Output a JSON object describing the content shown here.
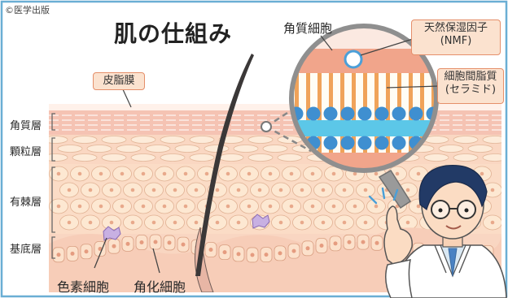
{
  "copyright": "©医学出版",
  "title": "肌の仕組み",
  "layers": {
    "stratum_corneum": "角質層",
    "granular": "顆粒層",
    "spinous": "有棘層",
    "basal": "基底層"
  },
  "callouts": {
    "sebum_film": "皮脂膜",
    "corneocyte": "角質細胞",
    "nmf_line1": "天然保湿因子",
    "nmf_line2": "(NMF)",
    "lipid_line1": "細胞間脂質",
    "lipid_line2": "(セラミド)"
  },
  "bottom_labels": {
    "melanocyte": "色素細胞",
    "keratinocyte": "角化細胞"
  },
  "colors": {
    "border": "#6aaed4",
    "corneum": "#f6c9b8",
    "pink_block": "#f1a58b",
    "stripe_orange": "#f0a35a",
    "blue_dot": "#3f8fd0",
    "cyan_band": "#5cc7e8",
    "cell_fill": "#fde5cd",
    "callout_bg": "#fbe2cf",
    "callout_border": "#e58f6a"
  }
}
